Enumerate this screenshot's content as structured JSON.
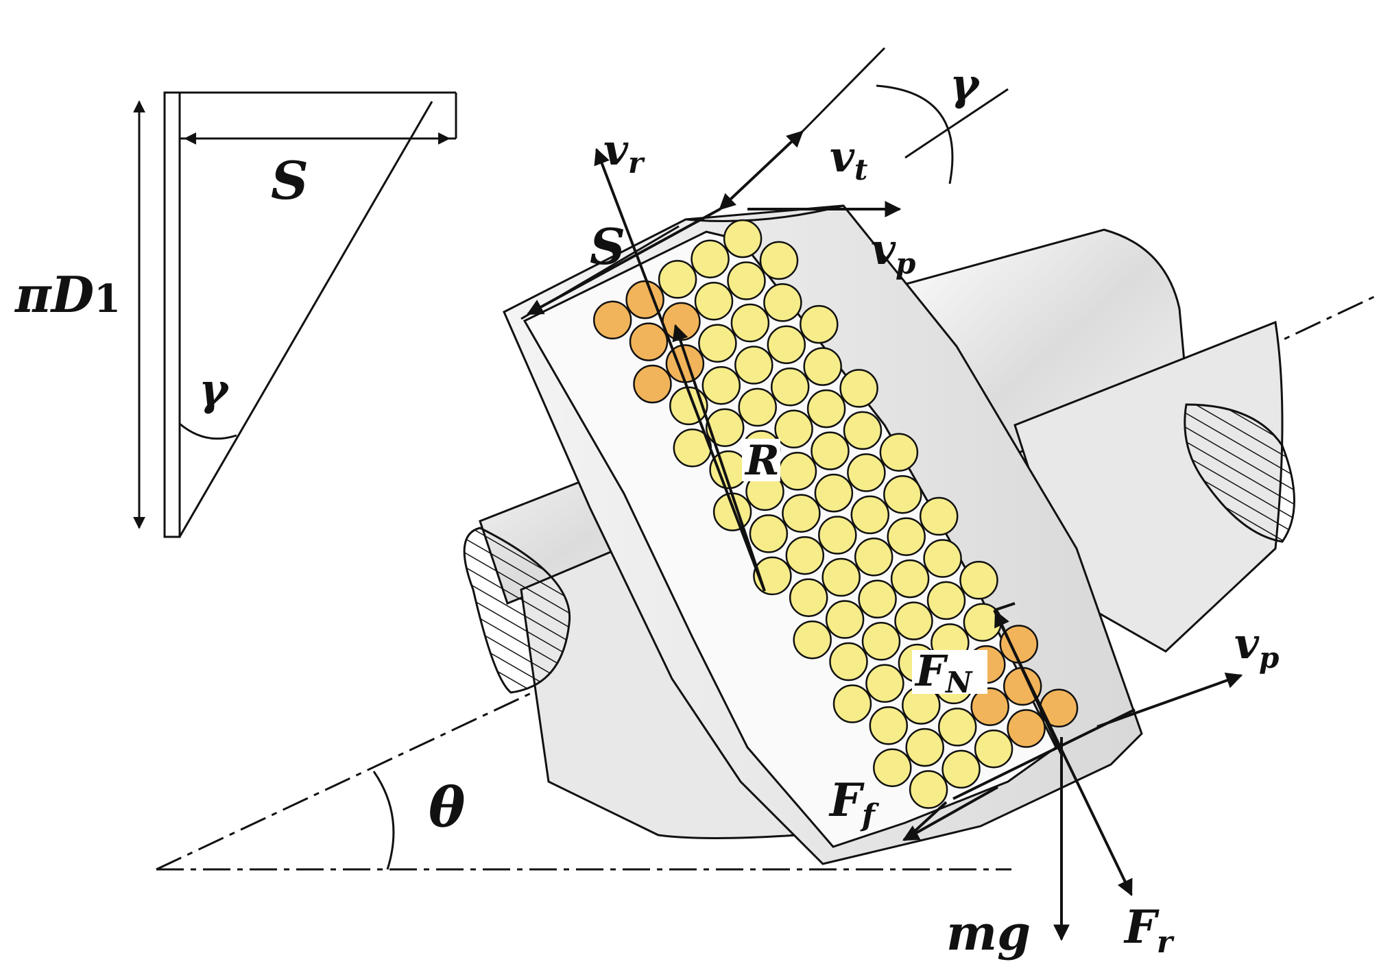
{
  "labels": {
    "pi_d": {
      "main": "πD",
      "sub": "1"
    },
    "s_top": "S",
    "gamma_triangle": "γ",
    "gamma_top": "γ",
    "theta": "θ",
    "s_helix": "S",
    "r": "R",
    "mg": "mg",
    "v_r": {
      "main": "v",
      "sub": "r"
    },
    "v_t": {
      "main": "v",
      "sub": "t"
    },
    "v_p_top": {
      "main": "v",
      "sub": "p"
    },
    "v_p_right": {
      "main": "v",
      "sub": "p"
    },
    "f_n": {
      "main": "F",
      "sub": "N"
    },
    "f_f": {
      "main": "F",
      "sub": "f"
    },
    "f_r": {
      "main": "F",
      "sub": "r"
    }
  },
  "colors": {
    "particle_light": "#f6ec8a",
    "particle_dark": "#f2b45a",
    "shaft_fill": "#e6e6e6",
    "stroke": "#111111"
  }
}
